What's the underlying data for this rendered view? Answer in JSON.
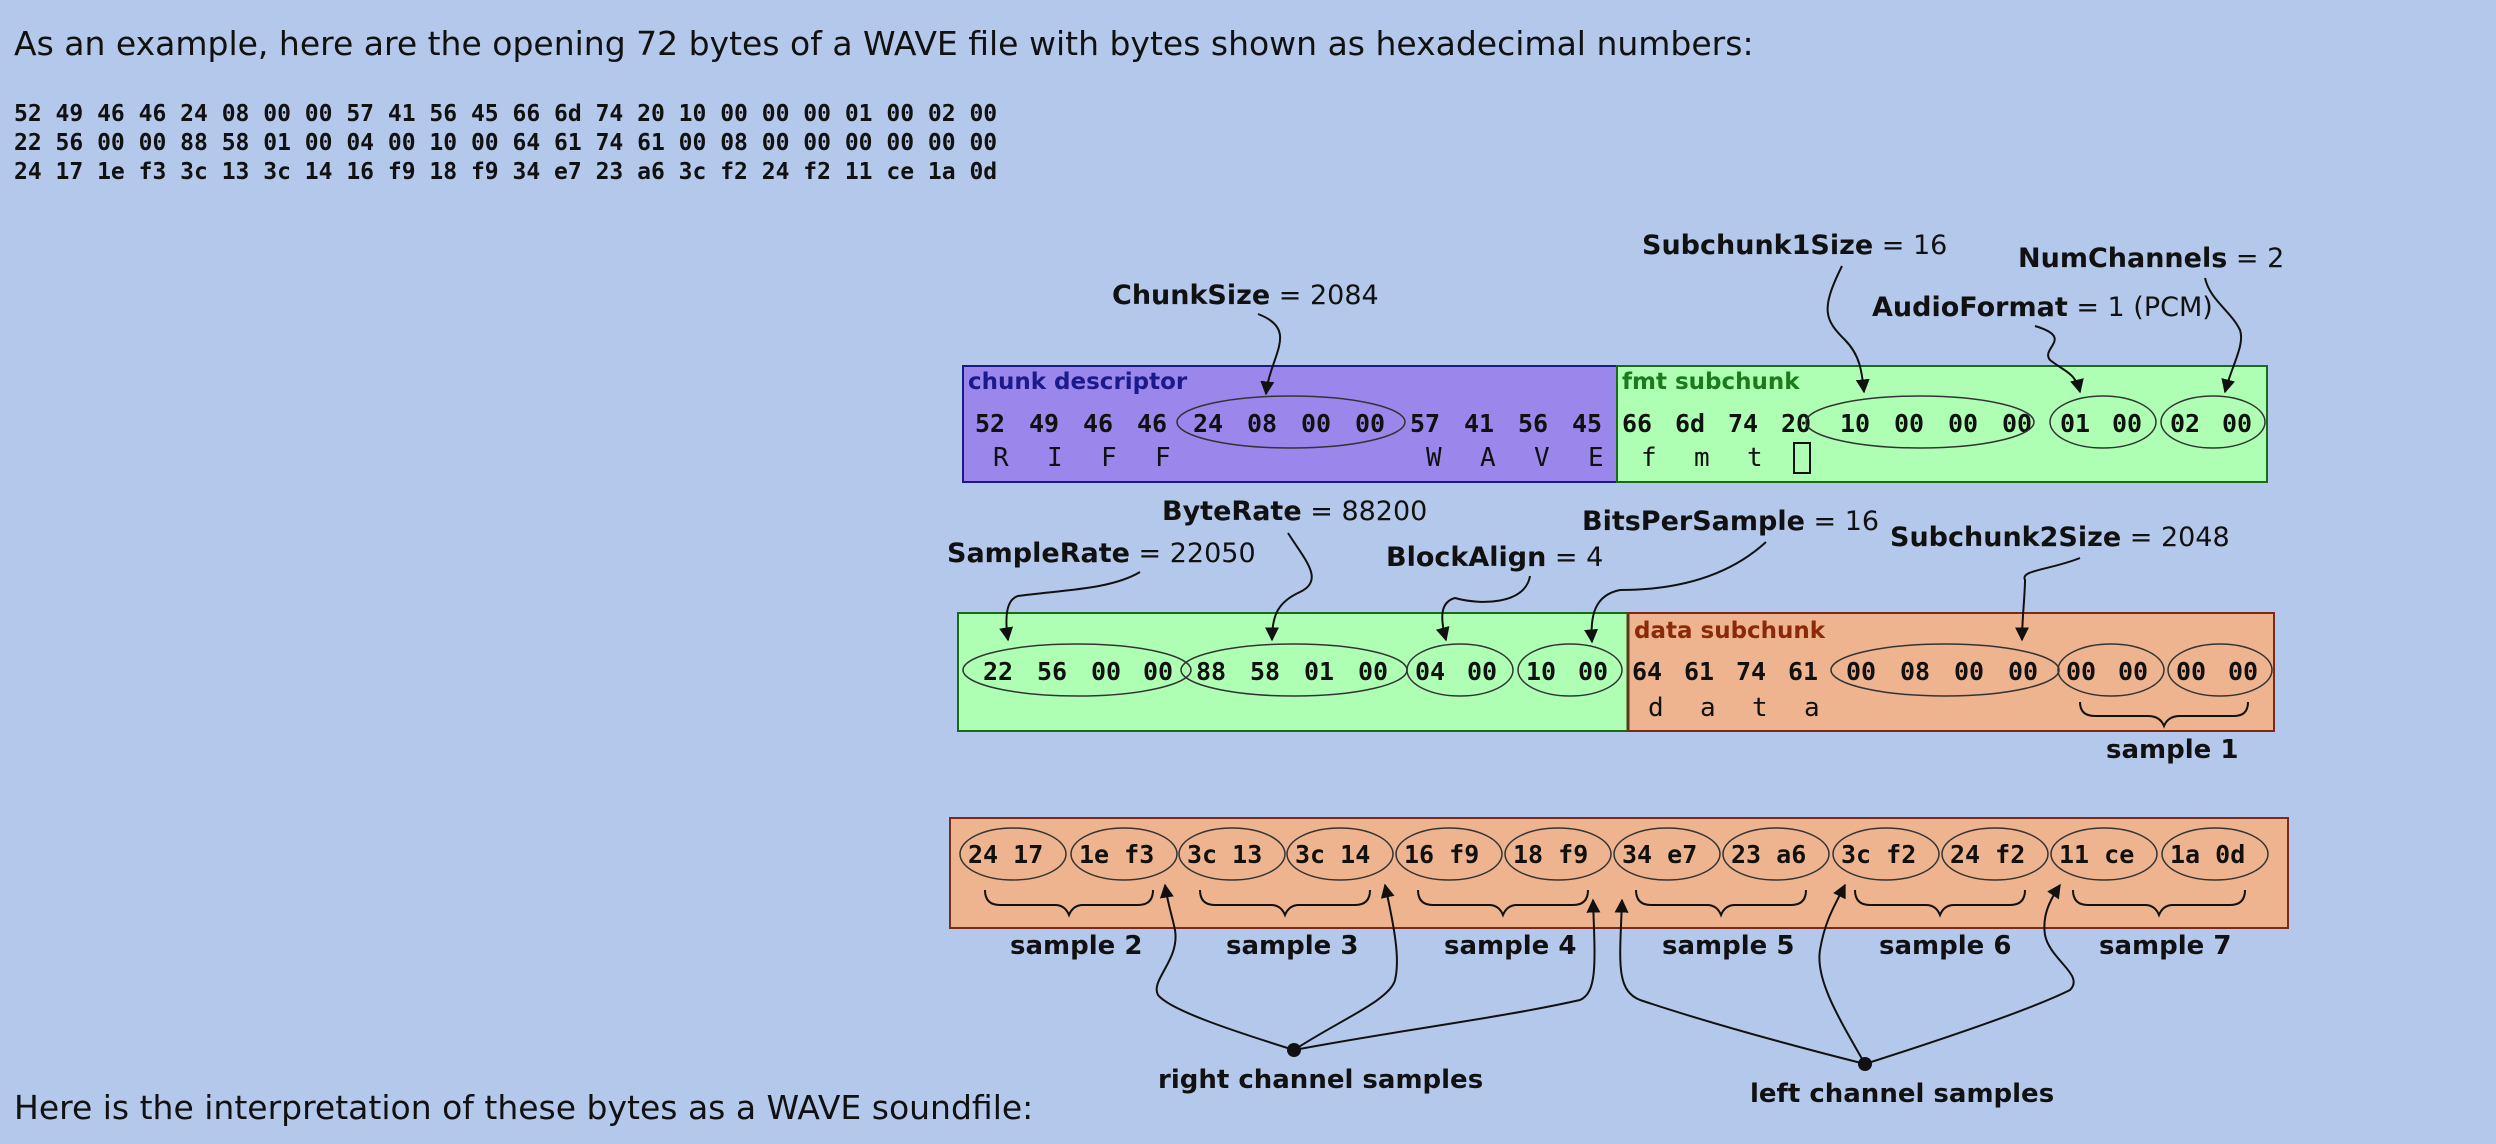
{
  "intro_text": "As an example, here are the opening 72 bytes of a WAVE file with bytes shown as hexadecimal numbers:",
  "hex_lines": [
    "52 49 46 46 24 08 00 00 57 41 56 45 66 6d 74 20 10 00 00 00 01 00 02 00",
    "22 56 00 00 88 58 01 00 04 00 10 00 64 61 74 61 00 08 00 00 00 00 00 00",
    "24 17 1e f3 3c 13 3c 14 16 f9 18 f9 34 e7 23 a6 3c f2 24 f2 11 ce 1a 0d"
  ],
  "outro_text": "Here is the interpretation of these bytes as a WAVE soundfile:",
  "colors": {
    "page_bg": "#b4c8eb",
    "riff_chunk": "#9b87ec",
    "fmt_subchunk": "#aeffb4",
    "data_subchunk": "#edb48f"
  },
  "diagram": {
    "sections": {
      "riff": "chunk descriptor",
      "fmt": "fmt subchunk",
      "data": "data subchunk"
    },
    "labels": {
      "chunk_size": {
        "key": "ChunkSize",
        "value": "= 2084"
      },
      "subchunk1_size": {
        "key": "Subchunk1Size",
        "value": "= 16"
      },
      "num_channels": {
        "key": "NumChannels",
        "value": "= 2"
      },
      "audio_format": {
        "key": "AudioFormat",
        "value": "= 1 (PCM)"
      },
      "byte_rate": {
        "key": "ByteRate",
        "value": "= 88200"
      },
      "sample_rate": {
        "key": "SampleRate",
        "value": "= 22050"
      },
      "block_align": {
        "key": "BlockAlign",
        "value": "= 4"
      },
      "bits_per_sample": {
        "key": "BitsPerSample",
        "value": "= 16"
      },
      "subchunk2_size": {
        "key": "Subchunk2Size",
        "value": "= 2048"
      }
    },
    "row1": {
      "riff": [
        "52",
        "49",
        "46",
        "46",
        "24",
        "08",
        "00",
        "00",
        "57",
        "41",
        "56",
        "45"
      ],
      "fmt": [
        "66",
        "6d",
        "74",
        "20",
        "10",
        "00",
        "00",
        "00",
        "01",
        "00",
        "02",
        "00"
      ],
      "ascii_riff": [
        "R",
        "I",
        "F",
        "F"
      ],
      "ascii_wave": [
        "W",
        "A",
        "V",
        "E"
      ],
      "ascii_fmt": [
        "f",
        "m",
        "t"
      ]
    },
    "row2": {
      "fmt": [
        "22",
        "56",
        "00",
        "00",
        "88",
        "58",
        "01",
        "00",
        "04",
        "00",
        "10",
        "00"
      ],
      "data": [
        "64",
        "61",
        "74",
        "61",
        "00",
        "08",
        "00",
        "00",
        "00",
        "00",
        "00",
        "00"
      ],
      "ascii_data": [
        "d",
        "a",
        "t",
        "a"
      ]
    },
    "row3": {
      "pairs": [
        "24 17",
        "1e f3",
        "3c 13",
        "3c 14",
        "16 f9",
        "18 f9",
        "34 e7",
        "23 a6",
        "3c f2",
        "24 f2",
        "11 ce",
        "1a 0d"
      ]
    },
    "samples": {
      "s1": "sample 1",
      "s2": "sample 2",
      "s3": "sample 3",
      "s4": "sample 4",
      "s5": "sample 5",
      "s6": "sample 6",
      "s7": "sample 7"
    },
    "channels": {
      "right": "right channel samples",
      "left": "left channel samples"
    }
  }
}
